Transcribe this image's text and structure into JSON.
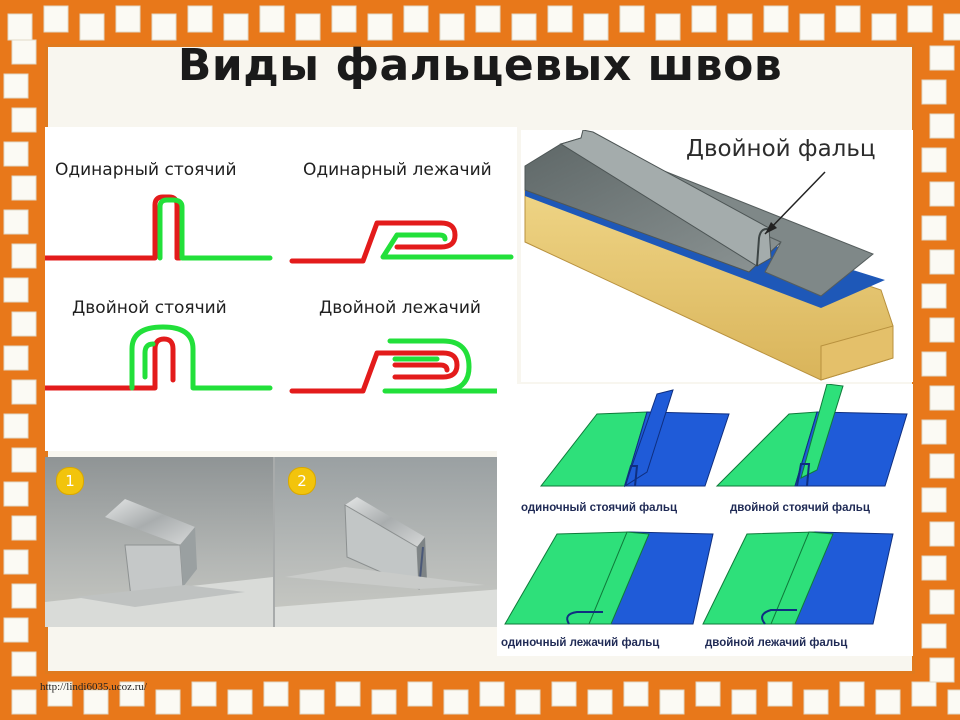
{
  "title": "Виды фальцевых швов",
  "diagram_labels": {
    "single_standing": "Одинарный стоячий",
    "single_lying": "Одинарный лежачий",
    "double_standing": "Двойной стоячий",
    "double_lying": "Двойной лежачий"
  },
  "photo_badges": [
    "1",
    "2"
  ],
  "callout_label": "Двойной фальц",
  "seam_captions": {
    "single_standing": "одиночный стоячий фальц",
    "double_standing": "двойной стоячий фальц",
    "single_lying": "одиночный лежачий фальц",
    "double_lying": "двойной лежачий фальц"
  },
  "source_url": "http://lindi6035.ucoz.ru/",
  "colors": {
    "frame_orange": "#e8781a",
    "seam_red": "#e31b1b",
    "seam_green": "#22e03a",
    "sheet_green": "#2ee07a",
    "sheet_blue": "#1f5bd8"
  }
}
